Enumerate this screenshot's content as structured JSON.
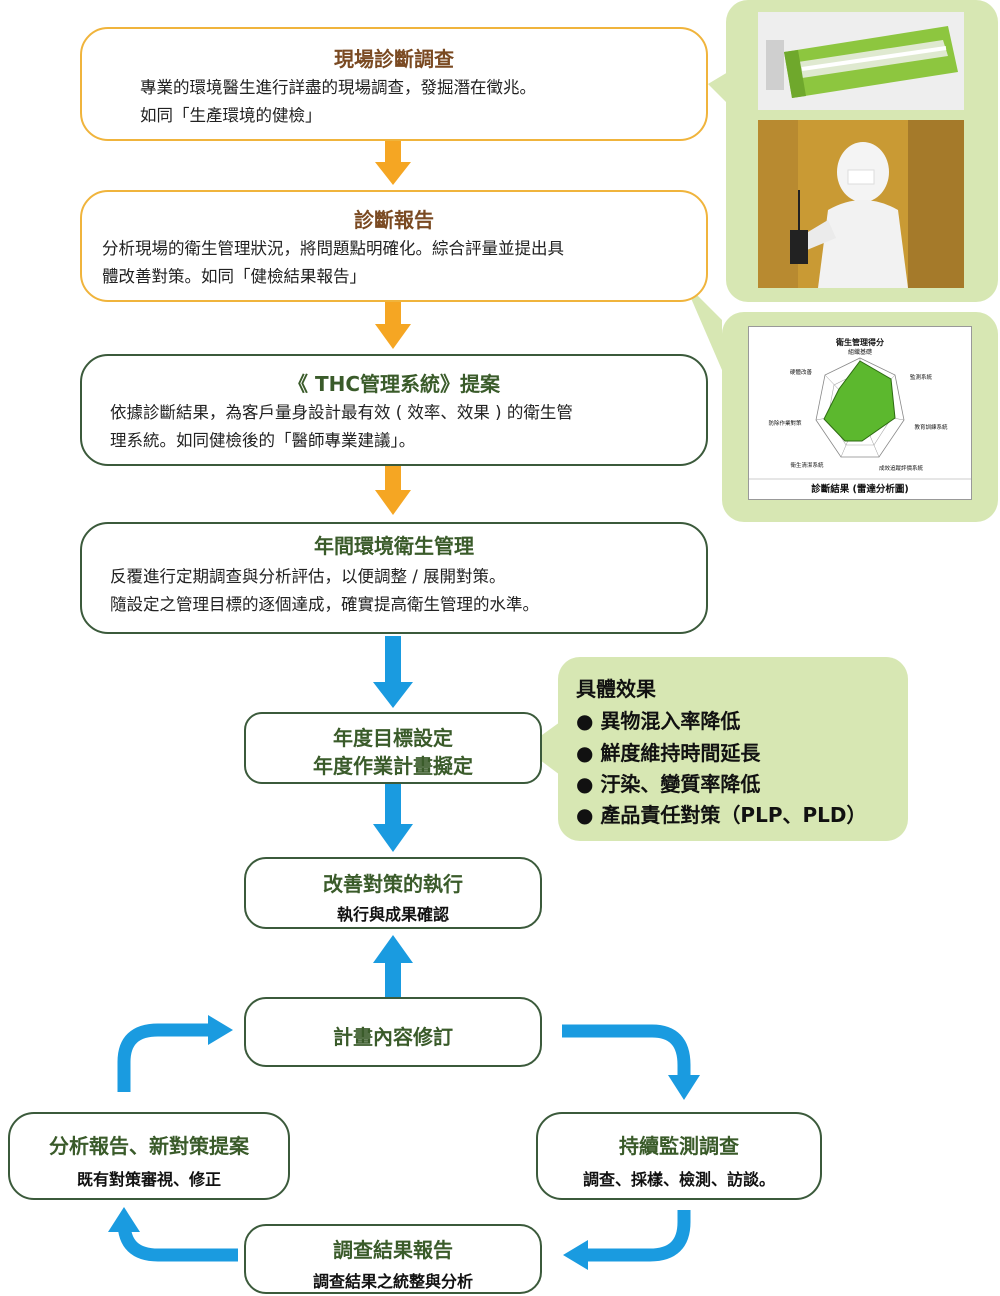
{
  "steps": [
    {
      "title": "現場診斷調查",
      "lines": [
        "專業的環境醫生進行詳盡的現場調查，發掘潛在徵兆。",
        "如同「生產環境的健檢」"
      ]
    },
    {
      "title": "診斷報告",
      "lines": [
        "分析現場的衛生管理狀況，將問題點明確化。綜合評量並提出具",
        "體改善對策。如同「健檢結果報告」"
      ]
    },
    {
      "title": "《 THC管理系統》提案",
      "lines": [
        "依據診斷結果，為客戶量身設計最有效 ( 效率、效果 ) 的衛生管",
        "理系統。如同健檢後的「醫師專業建議」。"
      ]
    },
    {
      "title": "年間環境衛生管理",
      "lines": [
        "反覆進行定期調查與分析評估，以便調整 / 展開對策。",
        "隨設定之管理目標的逐個達成，確實提高衛生管理的水準。"
      ]
    }
  ],
  "annual": {
    "line1": "年度目標設定",
    "line2": "年度作業計畫擬定"
  },
  "execution": {
    "title": "改善對策的執行",
    "subtitle": "執行與成果確認"
  },
  "revision": {
    "title": "計畫內容修訂"
  },
  "analysis": {
    "title": "分析報告、新對策提案",
    "subtitle": "既有對策審視、修正"
  },
  "monitoring": {
    "title": "持續監測調查",
    "subtitle": "調查、採樣、檢測、訪談。"
  },
  "survey_report": {
    "title": "調查結果報告",
    "subtitle": "調查結果之統整與分析"
  },
  "effects": {
    "heading": "具體效果",
    "bullet": "●",
    "items": [
      "異物混入率降低",
      "鮮度維持時間延長",
      "汙染、變質率降低",
      "產品責任對策（PLP、PLD）"
    ]
  },
  "radar": {
    "title": "衛生管理得分",
    "subtitle": "組織基礎",
    "axes": [
      "監測系統",
      "教育訓練系統",
      "成效追蹤評價系統",
      "衛生清潔系統",
      "防除作業對策",
      "硬體改善"
    ],
    "caption": "診斷結果 (雷達分析圖)"
  },
  "colors": {
    "yellow_border": "#f0b43c",
    "orange_arrow": "#f5a623",
    "blue_arrow": "#1a9be0",
    "green_border": "#3b5a3b",
    "panel": "#d7e7b3",
    "title_brown": "#7a4a22",
    "title_green": "#3a5b2a",
    "radar_fill": "#5cb82e"
  }
}
